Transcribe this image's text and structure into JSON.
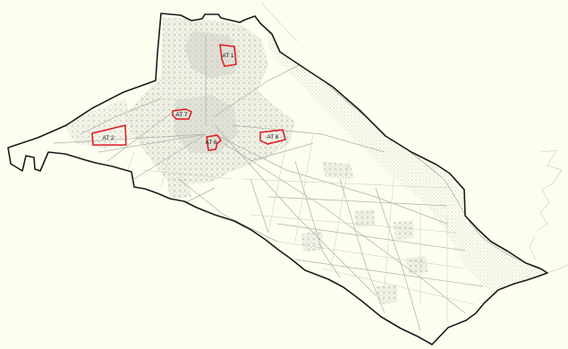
{
  "map": {
    "background_color": "#fdfdf0",
    "boundary_color": "#1a1a1a",
    "street_color": "#b9b9b0",
    "area_outline_color": "#e0161b",
    "areas": [
      {
        "id": "at1",
        "label": "AT 1"
      },
      {
        "id": "at7",
        "label": "AT 7"
      },
      {
        "id": "at2",
        "label": "AT 2"
      },
      {
        "id": "at6",
        "label": "AT 6"
      },
      {
        "id": "at8",
        "label": "AT 8"
      }
    ]
  }
}
